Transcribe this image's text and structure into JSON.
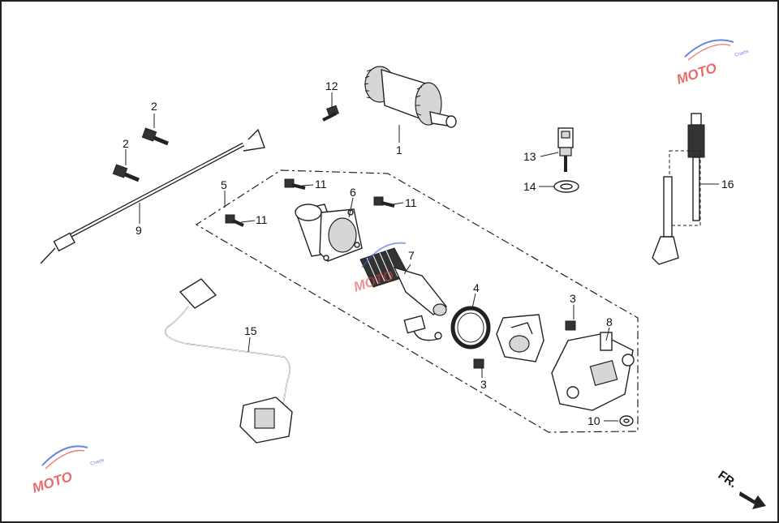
{
  "diagram": {
    "callouts": [
      "1",
      "2",
      "2",
      "3",
      "3",
      "4",
      "5",
      "6",
      "7",
      "8",
      "9",
      "10",
      "11",
      "11",
      "11",
      "12",
      "13",
      "14",
      "15",
      "16"
    ],
    "direction_label": "FR.",
    "watermark": {
      "text": "MOTO",
      "sub": "Cnarts",
      "colors": {
        "m": "#e23b3b",
        "o": "#3a5fd0",
        "accent": "#f08a8a"
      }
    }
  }
}
